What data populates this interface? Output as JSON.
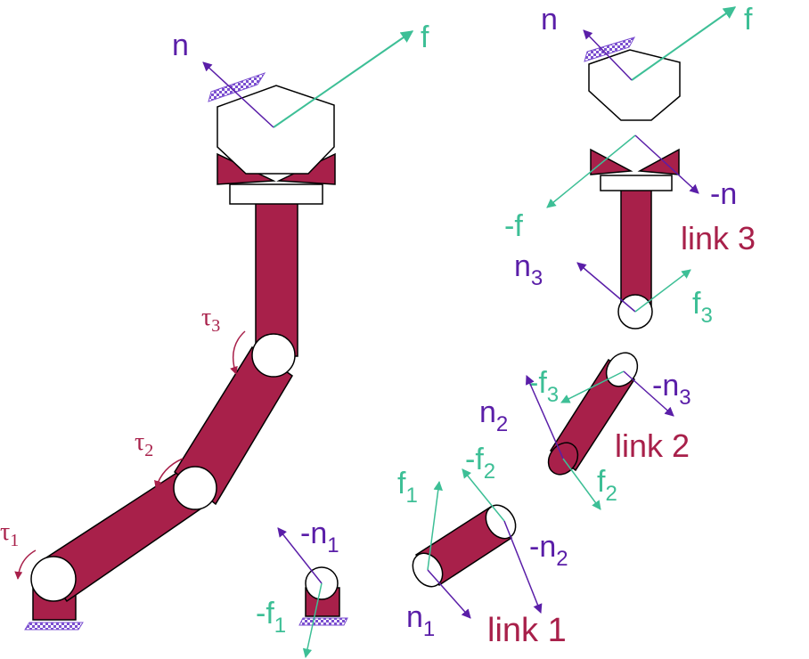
{
  "colors": {
    "link": "#A8204A",
    "force": "#3DBF96",
    "moment": "#5A1EA8",
    "outline": "#000000",
    "hatch": "#7B4FD0"
  },
  "labels": {
    "n_full": "n",
    "f_full": "f",
    "tau1": "τ",
    "tau1_sub": "1",
    "tau2": "τ",
    "tau2_sub": "2",
    "tau3": "τ",
    "tau3_sub": "3",
    "minus_n1": "-n",
    "minus_n1_sub": "1",
    "minus_f1": "-f",
    "minus_f1_sub": "1",
    "n_top": "n",
    "f_top": "f",
    "minus_f": "-f",
    "minus_n": "-n",
    "link3": "link 3",
    "n3": "n",
    "n3_sub": "3",
    "f3": "f",
    "f3_sub": "3",
    "minus_f3": "-f",
    "minus_f3_sub": "3",
    "minus_n3": "-n",
    "minus_n3_sub": "3",
    "n2": "n",
    "n2_sub": "2",
    "link2": "link 2",
    "minus_f2": "-f",
    "minus_f2_sub": "2",
    "f2": "f",
    "f2_sub": "2",
    "f1": "f",
    "f1_sub": "1",
    "minus_n2": "-n",
    "minus_n2_sub": "2",
    "n1": "n",
    "n1_sub": "1",
    "link1": "link 1"
  }
}
